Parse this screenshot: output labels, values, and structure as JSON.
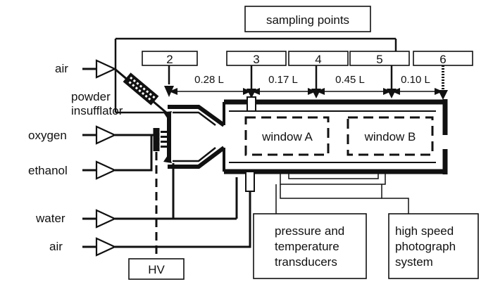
{
  "sampling": {
    "header": "sampling points",
    "points": [
      "2",
      "3",
      "4",
      "5",
      "6"
    ],
    "segments": [
      "0.28 L",
      "0.17 L",
      "0.45 L",
      "0.10 L"
    ]
  },
  "inputs": {
    "air_top": "air",
    "powder_line1": "powder",
    "powder_line2": "insufflator",
    "oxygen": "oxygen",
    "ethanol": "ethanol",
    "water": "water",
    "air_bottom": "air"
  },
  "chamber": {
    "window_a": "window A",
    "window_b": "window B"
  },
  "ignition": {
    "label": "HV"
  },
  "transducers": {
    "line1": "pressure and",
    "line2": "temperature",
    "line3": "transducers"
  },
  "photo": {
    "line1": "high speed",
    "line2": "photograph",
    "line3": "system"
  },
  "colors": {
    "line": "#111111",
    "background": "#ffffff"
  }
}
